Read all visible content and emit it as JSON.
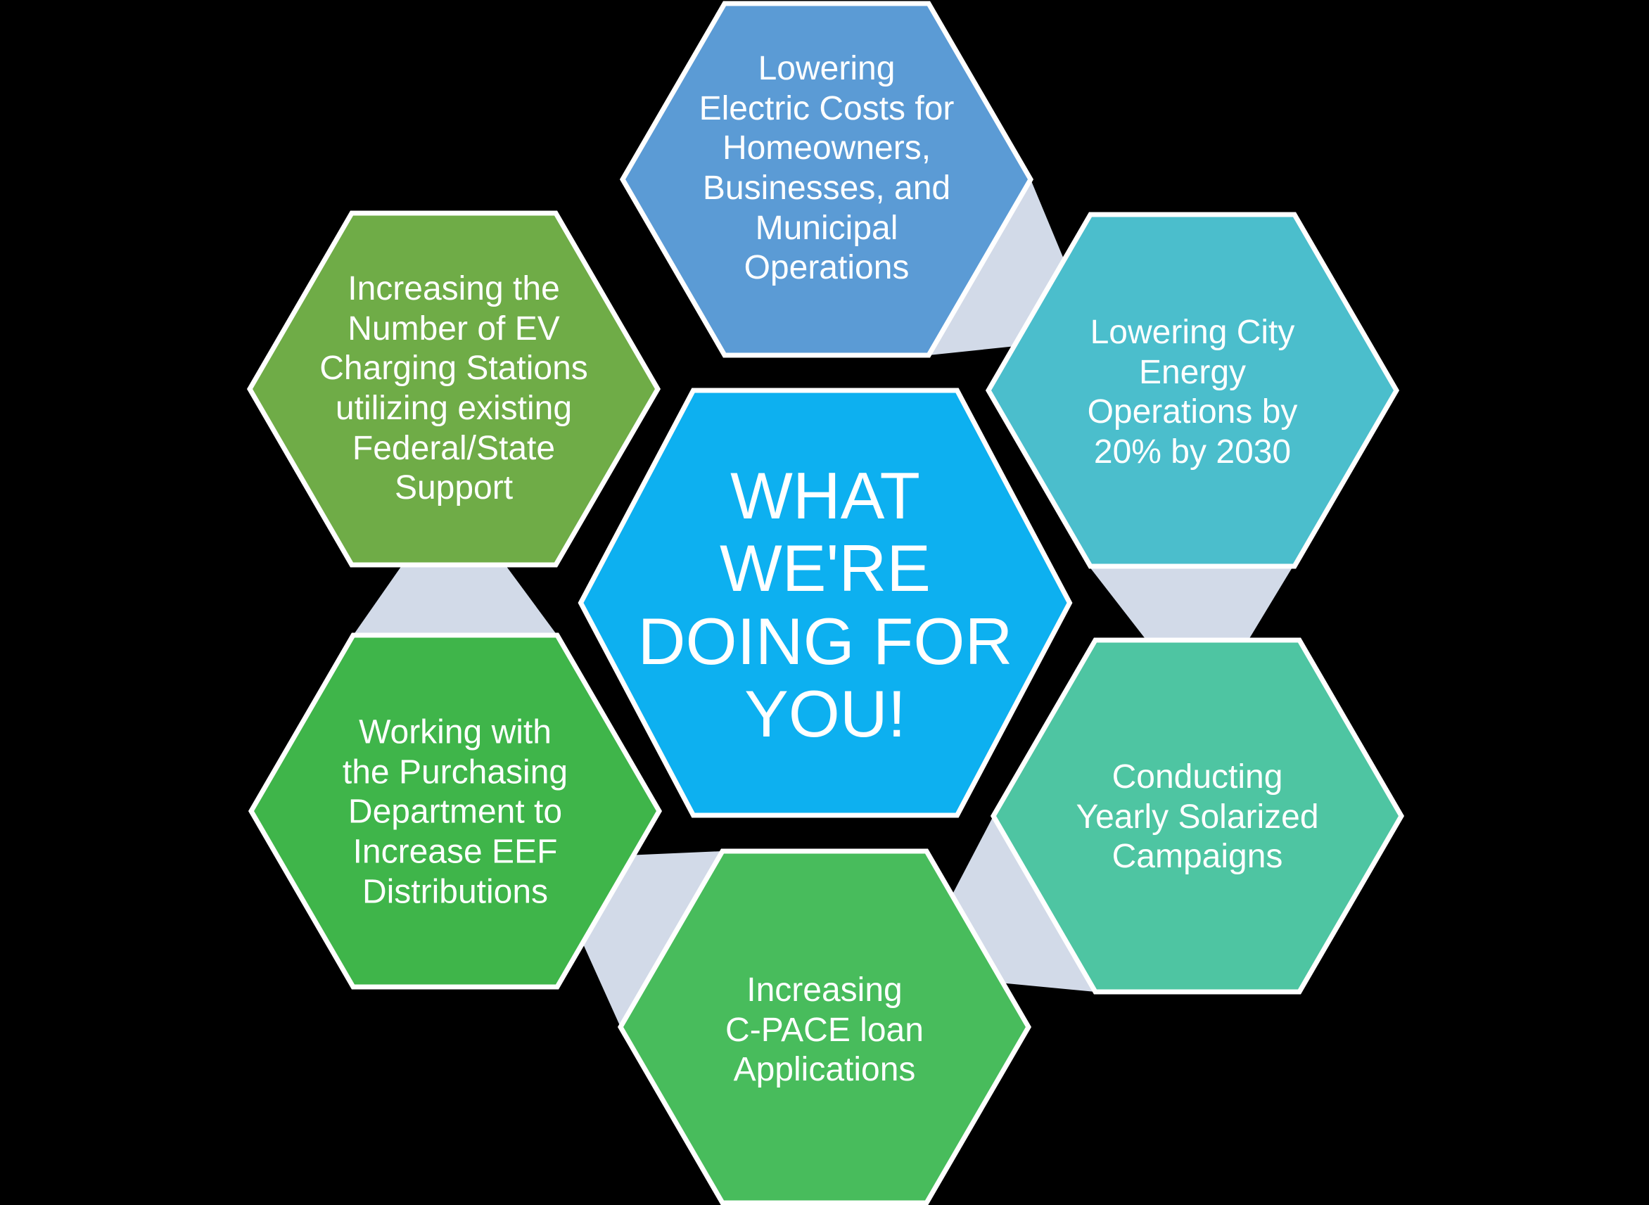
{
  "diagram": {
    "background_color": "#000000",
    "border_color": "#FFFFFF",
    "connector_color": "#D2DAE8",
    "text_color": "#FFFFFF",
    "hexagons": {
      "center": {
        "label": "center-hexagon",
        "text": "WHAT\nWE'RE\nDOING FOR\nYOU!",
        "fill": "#0DB0F0"
      },
      "top": {
        "label": "top-hexagon",
        "text": "Lowering\nElectric Costs for\nHomeowners,\nBusinesses, and\nMunicipal\nOperations",
        "fill": "#5B9BD5"
      },
      "top_right": {
        "label": "top-right-hexagon",
        "text": "Lowering City\nEnergy\nOperations by\n20% by 2030",
        "fill": "#4BBECC"
      },
      "bottom_right": {
        "label": "bottom-right-hexagon",
        "text": "Conducting\nYearly Solarized\nCampaigns",
        "fill": "#4EC5A2"
      },
      "bottom": {
        "label": "bottom-hexagon",
        "text": "Increasing\nC-PACE loan\nApplications",
        "fill": "#48BC5C"
      },
      "bottom_left": {
        "label": "bottom-left-hexagon",
        "text": "Working with\nthe Purchasing\nDepartment to\nIncrease EEF\nDistributions",
        "fill": "#3FB54A"
      },
      "top_left": {
        "label": "top-left-hexagon",
        "text": "Increasing the\nNumber of EV\nCharging Stations\nutilizing existing\nFederal/State\nSupport",
        "fill": "#6FAC47"
      }
    }
  }
}
